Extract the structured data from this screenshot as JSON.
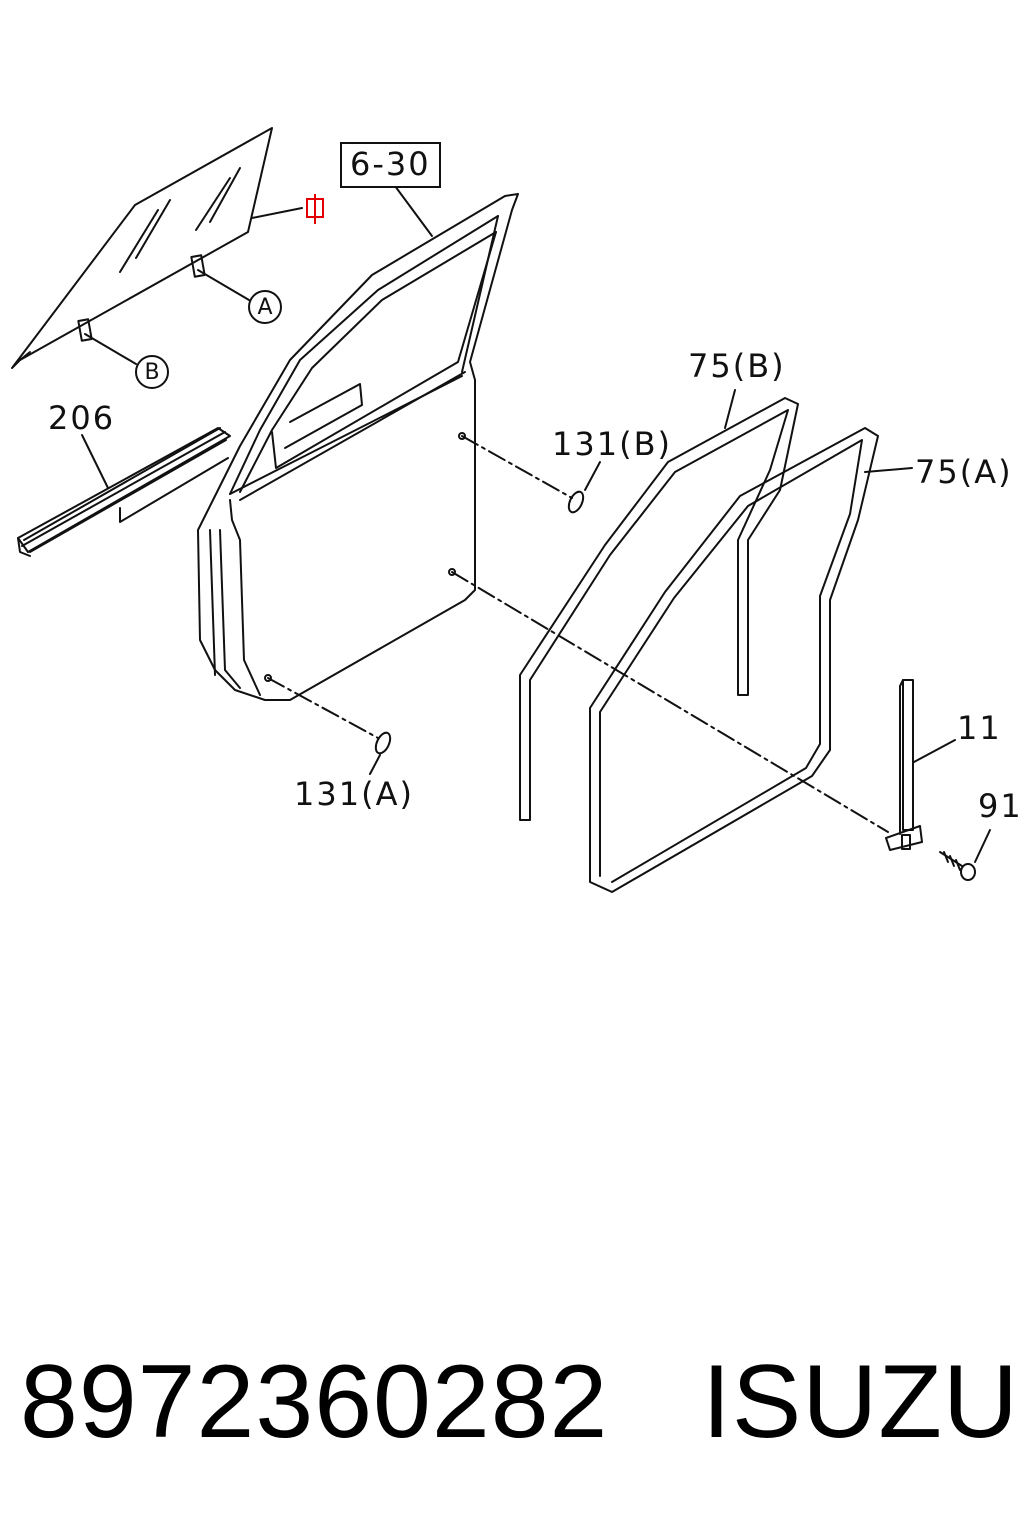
{
  "callouts": {
    "ref_box": "6-30",
    "seal_206": "206",
    "weatherstrip_75b": "75(B)",
    "weatherstrip_75a": "75(A)",
    "plug_131b": "131(B)",
    "plug_131a": "131(A)",
    "sash_11": "11",
    "screw_91": "91",
    "circle_a": "A",
    "circle_b": "B"
  },
  "footer": {
    "part_number": "8972360282",
    "brand": "ISUZU"
  },
  "colors": {
    "line": "#111111",
    "highlight": "#e00000",
    "background": "#ffffff"
  }
}
